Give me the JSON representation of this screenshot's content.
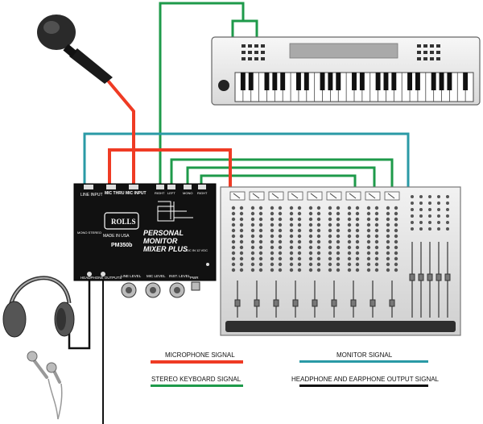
{
  "mixer_unit": {
    "brand": "ROLLS",
    "made_in": "MADE IN USA",
    "model": "PM350b",
    "name_line1": "PERSONAL",
    "name_line2": "MONITOR",
    "name_line3": "MIXER PLUS",
    "jack_line_input": "LINE INPUT",
    "jack_mic_thru": "MIC THRU",
    "jack_mic_input": "MIC INPUT",
    "jack_inst_right": "RIGHT",
    "jack_inst_left": "LEFT",
    "jack_inst_mono": "MONO",
    "jack_right2": "RIGHT",
    "mono_stereo": "MONO STEREO",
    "dc_in": "DC IN 12 VDC",
    "headphone_outputs": "HEADPHONE OUTPUTS",
    "knob_line": "LINE LEVEL",
    "knob_mic": "MIC LEVEL",
    "knob_inst": "INST. LEVEL",
    "pwr": "PWR"
  },
  "legend": {
    "microphone": "MICROPHONE SIGNAL",
    "monitor": "MONITOR SIGNAL",
    "stereo_keyboard": "STEREO KEYBOARD SIGNAL",
    "headphone_output": "HEADPHONE AND EARPHONE OUTPUT SIGNAL"
  },
  "colors": {
    "microphone": "#ef3b24",
    "monitor": "#2a9aa6",
    "stereo_keyboard": "#1e9a4a",
    "headphone_output": "#111111"
  }
}
